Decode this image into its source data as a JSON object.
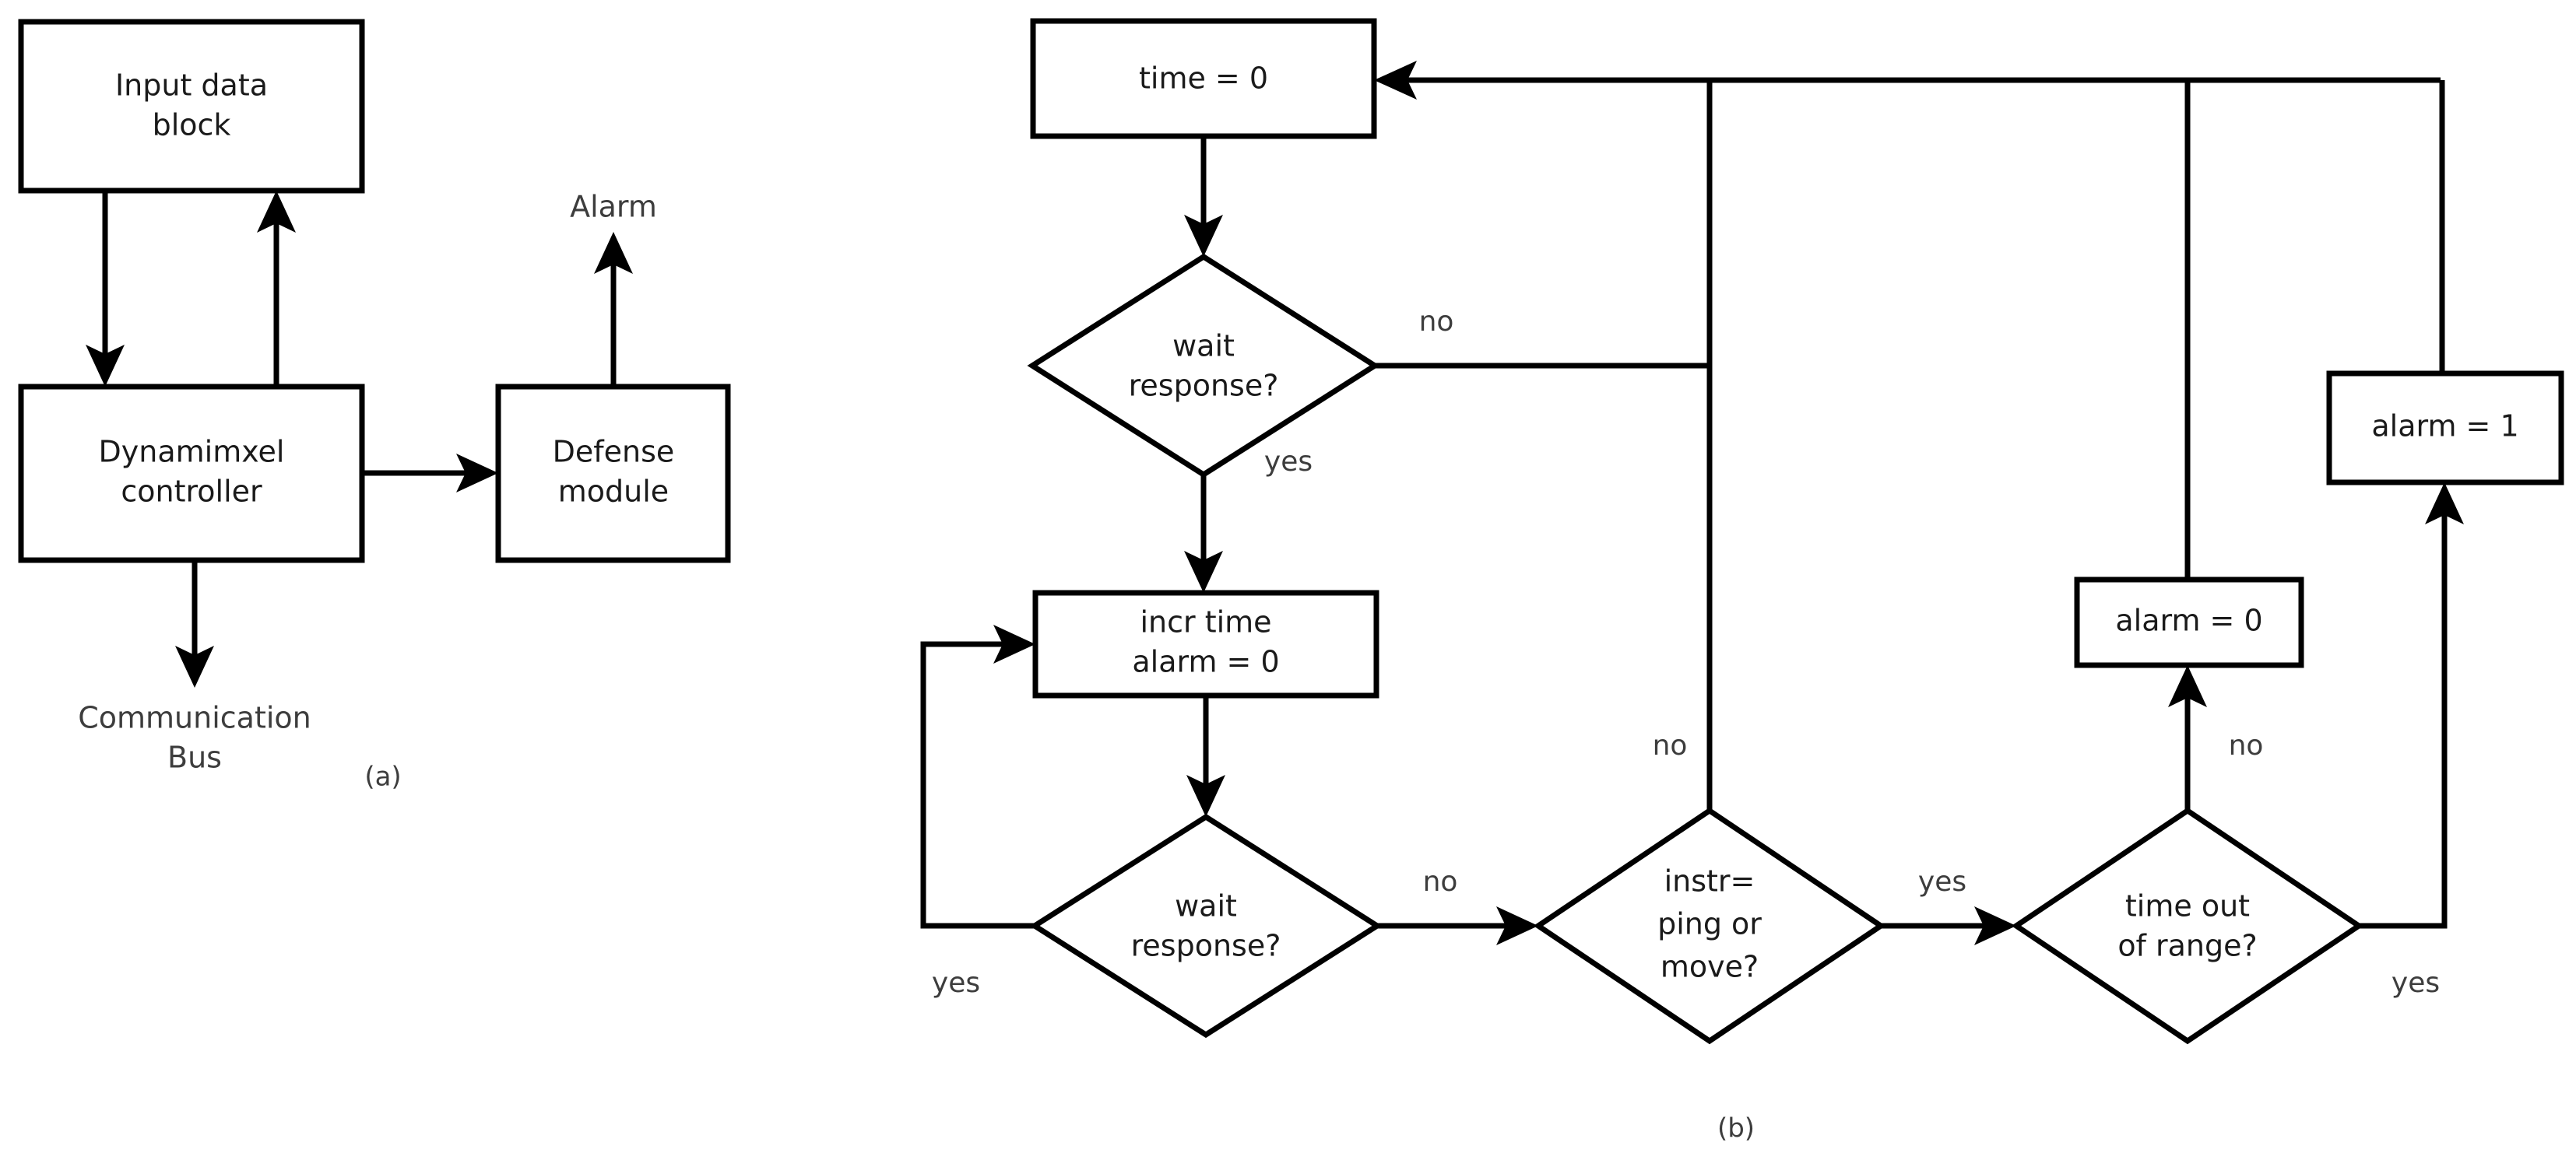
{
  "figure": {
    "panels": [
      {
        "id": "a",
        "caption": "(a)",
        "type": "block-diagram",
        "nodes": [
          {
            "id": "input-data-block",
            "label_line1": "Input data",
            "label_line2": "block",
            "shape": "rectangle"
          },
          {
            "id": "dynamimxel-controller",
            "label_line1": "Dynamimxel",
            "label_line2": "controller",
            "shape": "rectangle"
          },
          {
            "id": "defense-module",
            "label_line1": "Defense",
            "label_line2": "module",
            "shape": "rectangle"
          }
        ],
        "free_labels": [
          {
            "id": "alarm-output",
            "text": "Alarm"
          },
          {
            "id": "communication-bus",
            "line1": "Communication",
            "line2": "Bus"
          }
        ],
        "edges": [
          {
            "from": "input-data-block",
            "to": "dynamimxel-controller",
            "label": ""
          },
          {
            "from": "dynamimxel-controller",
            "to": "input-data-block",
            "label": ""
          },
          {
            "from": "dynamimxel-controller",
            "to": "defense-module",
            "label": ""
          },
          {
            "from": "dynamimxel-controller",
            "to": "communication-bus",
            "label": ""
          },
          {
            "from": "defense-module",
            "to": "alarm-output",
            "label": ""
          }
        ]
      },
      {
        "id": "b",
        "caption": "(b)",
        "type": "flowchart",
        "nodes": [
          {
            "id": "time-zero",
            "label": "time = 0",
            "shape": "rectangle"
          },
          {
            "id": "wait-response-1",
            "label_line1": "wait",
            "label_line2": "response?",
            "shape": "diamond"
          },
          {
            "id": "incr-time",
            "label_line1": "incr time",
            "label_line2": "alarm = 0",
            "shape": "rectangle"
          },
          {
            "id": "wait-response-2",
            "label_line1": "wait",
            "label_line2": "response?",
            "shape": "diamond"
          },
          {
            "id": "instr-ping-move",
            "label_line1": "instr=",
            "label_line2": "ping or",
            "label_line3": "move?",
            "shape": "diamond"
          },
          {
            "id": "time-out-of-range",
            "label_line1": "time out",
            "label_line2": "of range?",
            "shape": "diamond"
          },
          {
            "id": "alarm-zero",
            "label": "alarm = 0",
            "shape": "rectangle"
          },
          {
            "id": "alarm-one",
            "label": "alarm = 1",
            "shape": "rectangle"
          }
        ],
        "edges": [
          {
            "id": "e-time-to-wait1",
            "from": "time-zero",
            "to": "wait-response-1",
            "label": ""
          },
          {
            "id": "e-wait1-no",
            "from": "wait-response-1",
            "to": "time-zero",
            "label": "no"
          },
          {
            "id": "e-wait1-yes",
            "from": "wait-response-1",
            "to": "incr-time",
            "label": "yes"
          },
          {
            "id": "e-incr-to-wait2",
            "from": "incr-time",
            "to": "wait-response-2",
            "label": ""
          },
          {
            "id": "e-wait2-yes",
            "from": "wait-response-2",
            "to": "incr-time",
            "label": "yes"
          },
          {
            "id": "e-wait2-no",
            "from": "wait-response-2",
            "to": "instr-ping-move",
            "label": "no"
          },
          {
            "id": "e-instr-no",
            "from": "instr-ping-move",
            "to": "time-zero",
            "label": "no"
          },
          {
            "id": "e-instr-yes",
            "from": "instr-ping-move",
            "to": "time-out-of-range",
            "label": "yes"
          },
          {
            "id": "e-timeout-no",
            "from": "time-out-of-range",
            "to": "alarm-zero",
            "label": "no"
          },
          {
            "id": "e-timeout-yes",
            "from": "time-out-of-range",
            "to": "alarm-one",
            "label": "yes"
          },
          {
            "id": "e-alarm0-return",
            "from": "alarm-zero",
            "to": "time-zero",
            "label": ""
          },
          {
            "id": "e-alarm1-return",
            "from": "alarm-one",
            "to": "time-zero",
            "label": ""
          }
        ]
      }
    ]
  },
  "labels": {
    "a_input_line1": "Input data",
    "a_input_line2": "block",
    "a_ctrl_line1": "Dynamimxel",
    "a_ctrl_line2": "controller",
    "a_defense_line1": "Defense",
    "a_defense_line2": "module",
    "a_alarm": "Alarm",
    "a_commbus_line1": "Communication",
    "a_commbus_line2": "Bus",
    "a_caption": "(a)",
    "b_time_zero": "time = 0",
    "b_wait1_line1": "wait",
    "b_wait1_line2": "response?",
    "b_wait1_no": "no",
    "b_wait1_yes": "yes",
    "b_incr_line1": "incr time",
    "b_incr_line2": "alarm = 0",
    "b_wait2_line1": "wait",
    "b_wait2_line2": "response?",
    "b_wait2_yes": "yes",
    "b_wait2_no": "no",
    "b_instr_line1": "instr=",
    "b_instr_line2": "ping or",
    "b_instr_line3": "move?",
    "b_instr_no": "no",
    "b_instr_yes": "yes",
    "b_timeout_line1": "time out",
    "b_timeout_line2": "of range?",
    "b_timeout_no": "no",
    "b_timeout_yes": "yes",
    "b_alarm_zero": "alarm = 0",
    "b_alarm_one": "alarm = 1",
    "b_caption": "(b)"
  },
  "colors": {
    "stroke": "#000000",
    "text": "#1a1a1a",
    "label_text": "#3d3d3d",
    "background": "#ffffff"
  }
}
